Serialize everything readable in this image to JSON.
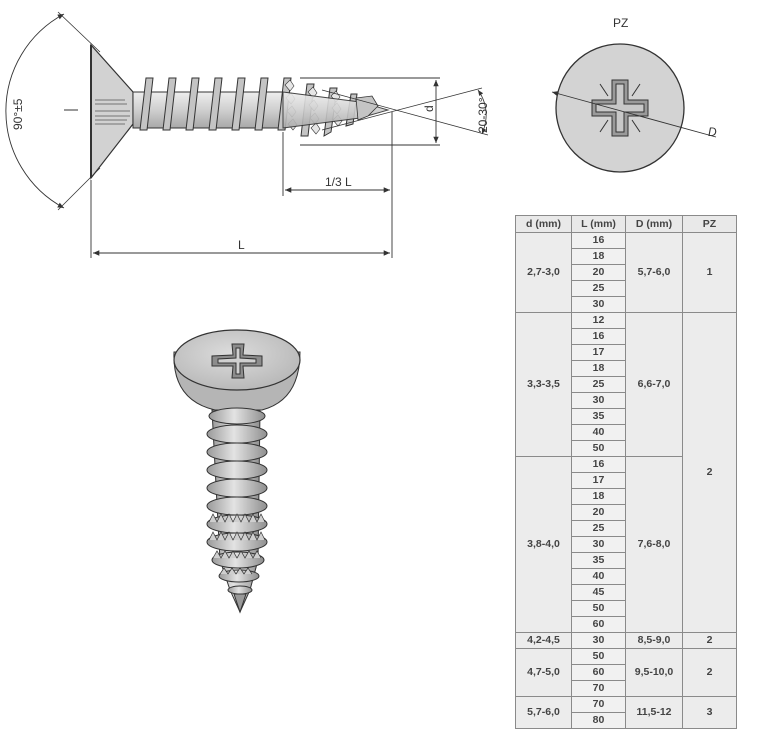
{
  "side_view": {
    "angle_label": "90°±5",
    "length_label": "L",
    "third_length_label": "1/3 L",
    "diameter_label": "d",
    "point_angle_label": "20-30°"
  },
  "head_view": {
    "drive_label": "PZ",
    "diameter_label": "D"
  },
  "table": {
    "headers": [
      "d (mm)",
      "L (mm)",
      "D (mm)",
      "PZ"
    ],
    "groups": [
      {
        "d": "2,7-3,0",
        "D": "5,7-6,0",
        "lengths": [
          "16",
          "18",
          "20",
          "25",
          "30"
        ]
      },
      {
        "d": "3,3-3,5",
        "D": "6,6-7,0",
        "lengths": [
          "12",
          "16",
          "17",
          "18",
          "25",
          "30",
          "35",
          "40",
          "50"
        ]
      },
      {
        "d": "3,8-4,0",
        "D": "7,6-8,0",
        "lengths": [
          "16",
          "17",
          "18",
          "20",
          "25",
          "30",
          "35",
          "40",
          "45",
          "50",
          "60"
        ]
      },
      {
        "d": "4,2-4,5",
        "D": "8,5-9,0",
        "lengths": [
          "30"
        ]
      },
      {
        "d": "4,7-5,0",
        "D": "9,5-10,0",
        "lengths": [
          "50",
          "60",
          "70"
        ]
      },
      {
        "d": "5,7-6,0",
        "D": "11,5-12",
        "lengths": [
          "70",
          "80"
        ]
      }
    ],
    "pz_values": [
      "1",
      "2",
      "2",
      "2",
      "3"
    ]
  },
  "colors": {
    "line": "#333333",
    "metal_fill": "#d6d6d6",
    "table_header": "#e9e9e9",
    "table_cell": "#ececec"
  }
}
